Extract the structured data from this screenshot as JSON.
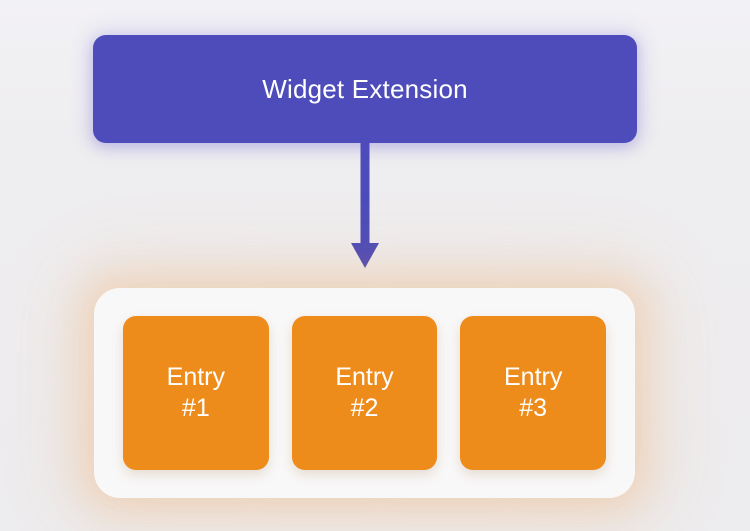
{
  "diagram": {
    "title_box": {
      "label": "Widget Extension"
    },
    "arrow": {
      "direction": "down",
      "from": "title_box",
      "to": "entries_panel"
    },
    "entries_panel": {
      "entries": [
        {
          "line1": "Entry",
          "line2": "#1"
        },
        {
          "line1": "Entry",
          "line2": "#2"
        },
        {
          "line1": "Entry",
          "line2": "#3"
        }
      ]
    },
    "colors": {
      "purple": "#4D4CBA",
      "orange": "#EE8C1B",
      "background": "#EFEEF0",
      "panel": "#F9F8F8",
      "text": "#FFFFFF"
    }
  }
}
